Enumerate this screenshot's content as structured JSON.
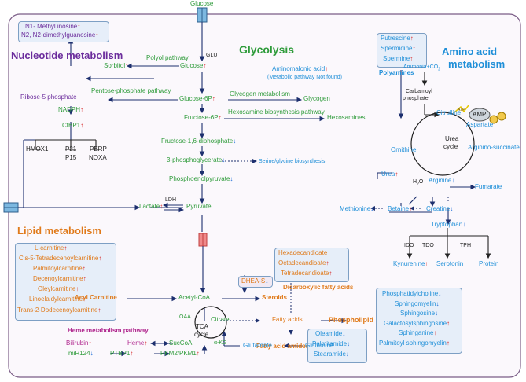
{
  "glucose_top": "Glucose",
  "titles": {
    "glycolysis": "Glycolysis",
    "nucleotide": "Nucleotide metabolism",
    "amino": "Amino acid metabolism",
    "lipid": "Lipid metabolism",
    "heme": "Heme metabolism pathway"
  },
  "nucleotide_box": [
    "N1- Methyl inosine",
    "N2, N2-dimethylguanosine"
  ],
  "glycolysis": {
    "glut": "GLUT",
    "sorbitol": "Sorbitol",
    "polyol": "Polyol pathway",
    "glucose": "Glucose",
    "ppp": "Pentose-phosphate pathway",
    "ribose": "Ribose-5 phosphate",
    "nadph": "NADPH",
    "ctbp1": "CtBP1",
    "g6p": "Glucose-6P",
    "glycogen_met": "Glycogen metabolism",
    "glycogen": "Glycogen",
    "f6p": "Fructose-6P",
    "hexosamine_path": "Hexosamine biosynthesis pathway",
    "hexosamines": "Hexosamines",
    "f16": "Fructose-1,6-diphosphate",
    "pg3": "3-phosphoglycerate",
    "serine": "Serine/glycine biosynthesis",
    "pep": "Phosphoenolpyruvate",
    "ldh": "LDH",
    "lactate": "Lactate",
    "pyruvate": "Pyruvate",
    "aminomalonic": "Aminomalonic acid",
    "aminomalonic_note": "(Metabolic pathway Not found)"
  },
  "targets": [
    "HMOX1",
    "P21",
    "P15",
    "PERP",
    "NOXA"
  ],
  "amino": {
    "polyamine_box": [
      "Putrescine",
      "Spermidine",
      "Spermine"
    ],
    "polyamines": "Polyamines",
    "ammonia": "Ammonia+CO",
    "ammonia_sub": "2",
    "carbamoyl": "Carbamoyl",
    "phosphate": "phosphate",
    "citrulline": "Citrulline",
    "atp": "ATP",
    "amp": "AMP",
    "aspartate": "Aspartate",
    "urea_cycle": "Urea",
    "urea_cycle2": "cycle",
    "ornithine": "Ornithine",
    "arginosuccinate": "Arginino-succinate",
    "urea": "Urea",
    "water": "H",
    "water_sub": "2",
    "water_end": "O",
    "arginine": "Arginine",
    "fumarate": "Fumarate",
    "methionine": "Methionine",
    "betaine": "Betaine",
    "creatine": "Creatine",
    "tryptophan": "Tryptophan",
    "ido": "IDO",
    "tdo": "TDO",
    "tph": "TPH",
    "kynurenine": "Kynurenine",
    "serotonin": "Serotonin",
    "protein": "Protein"
  },
  "lipid": {
    "carnitines": [
      "L-carnitine",
      "Cis-5-Tetradecenoylcarnitine",
      "Palmitoylcarnitine",
      "Decenoylcarnitine",
      "Oleylcarnitine",
      "Linoelaidylcarnitine",
      "Trans-2-Dodecenoylcarnitine"
    ],
    "acyl": "Acyl Carnitine",
    "acetyl": "Acetyl-CoA",
    "dhea": "DHEA-S",
    "steroids": "Steroids",
    "dicarb_box": [
      "Hexadecandioate",
      "Octadecandioate",
      "Tetradecandioate"
    ],
    "dicarb": "Dicarboxylic fatty acids",
    "citrate": "Citrate",
    "fatty": "Fatty acids",
    "phospholipid": "Phospholipid",
    "phospho_box": [
      "Phosphatidylcholine",
      "Sphingomyelin",
      "Sphingosine",
      "Galactosylsphingosine",
      "Sphinganine",
      "Palmitoyl sphingomyelin"
    ],
    "phospho_dirs": [
      "down",
      "down",
      "down",
      "up",
      "up",
      "up"
    ],
    "amides": "Fatty acid amides",
    "amide_box": [
      "Oleamide",
      "Palmitamide",
      "Stearamide"
    ],
    "oaa": "OAA",
    "tca": "TCA",
    "tca2": "cycle",
    "akg": "α-KG",
    "succoa": "SucCoA",
    "heme": "Heme",
    "bilirubin": "Bilirubin",
    "mir": "miR124",
    "ptbp1": "PTBP1",
    "pkm": "PKM2/PKM1",
    "glutamate": "Glutamate",
    "glutamine": "Glutamine"
  },
  "arrows": {
    "up": "↑",
    "down": "↓"
  },
  "colors": {
    "glycolysis": "#2e9b3a",
    "amino": "#1f8fd8",
    "nucleotide": "#6b2c9c",
    "lipid": "#e07a1a",
    "heme": "#b0278e",
    "up": "#d62828",
    "down": "#1f6fd8",
    "cell_border": "#7a5c86",
    "box_fill": "#e6eef9"
  }
}
